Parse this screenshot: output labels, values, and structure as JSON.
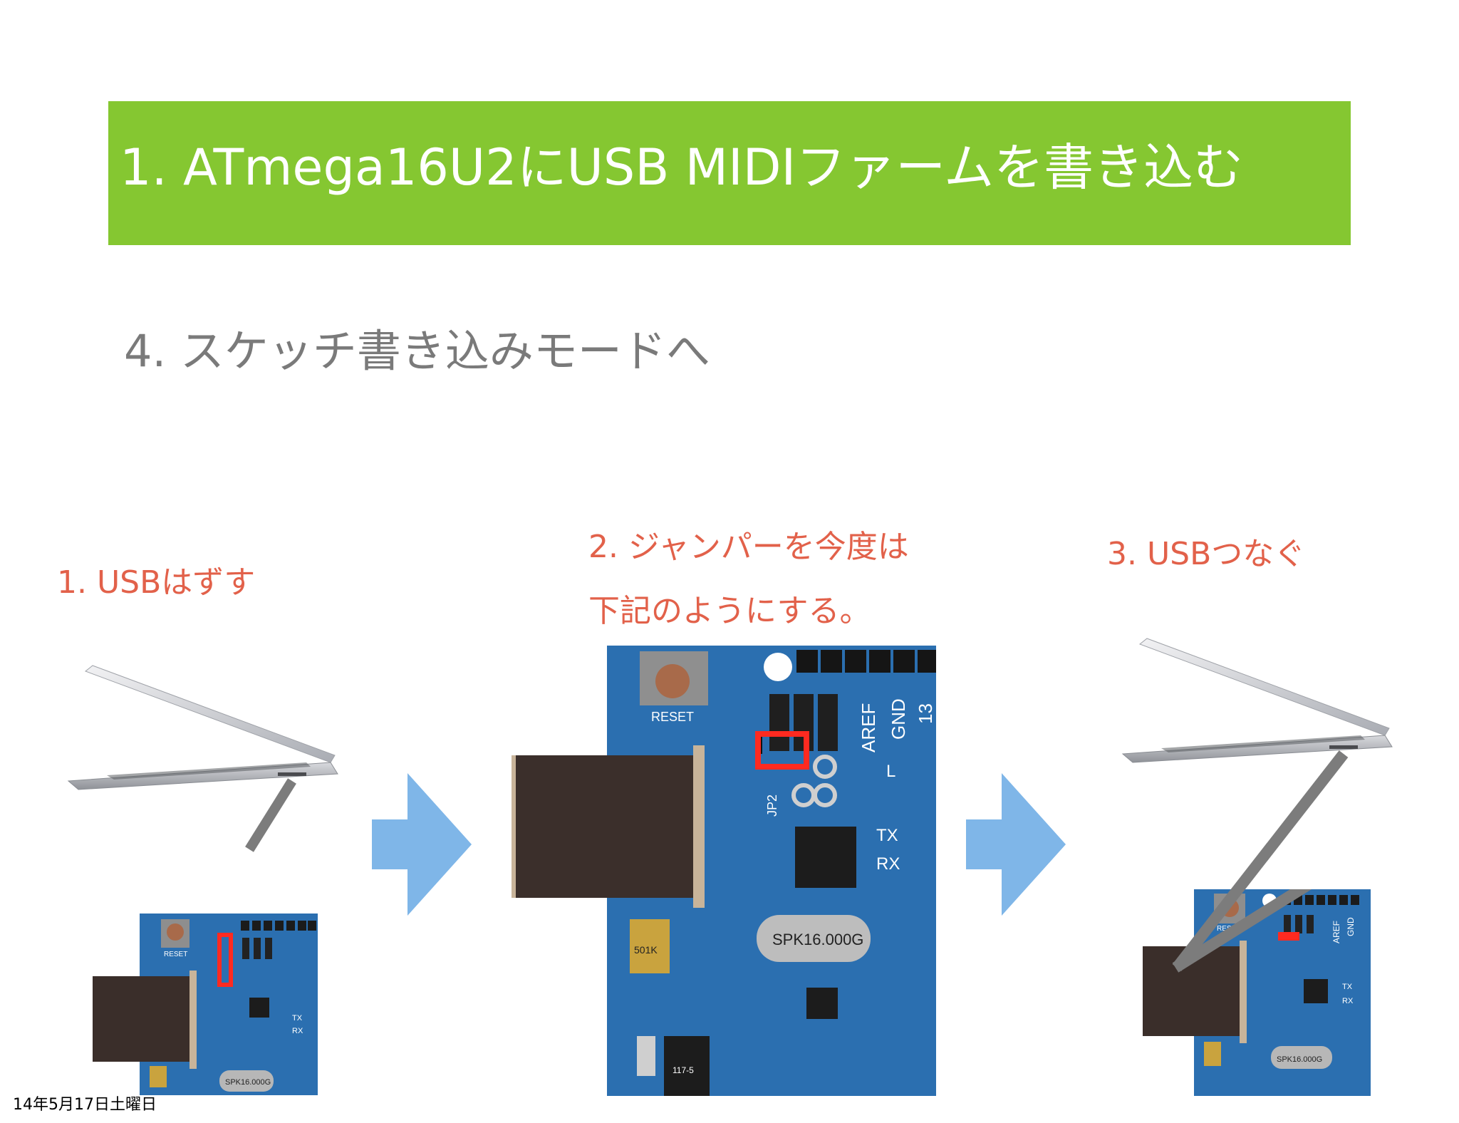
{
  "header": {
    "title": "1. ATmega16U2にUSB MIDIファームを書き込む",
    "background_color": "#85c731"
  },
  "subtitle": "4. スケッチ書き込みモードへ",
  "steps": [
    {
      "label": "1. USBはずす"
    },
    {
      "label_line1": "2. ジャンパーを今度は",
      "label_line2": "下記のようにする。"
    },
    {
      "label": "3. USBつなぐ"
    }
  ],
  "board": {
    "reset_label": "RESET",
    "aref_label": "AREF",
    "gnd_label": "GND",
    "pin13_label": "13",
    "l_label": "L",
    "tx_label": "TX",
    "rx_label": "RX",
    "jp2_label": "JP2",
    "crystal_label": "SPK16.000G",
    "component_label": "501K",
    "regulator_label": "117-5"
  },
  "colors": {
    "accent": "#e2614a",
    "arrow": "#7fb6e8",
    "board": "#2b6fb0",
    "highlight": "#ff2a20"
  },
  "footer": {
    "date": "14年5月17日土曜日"
  }
}
